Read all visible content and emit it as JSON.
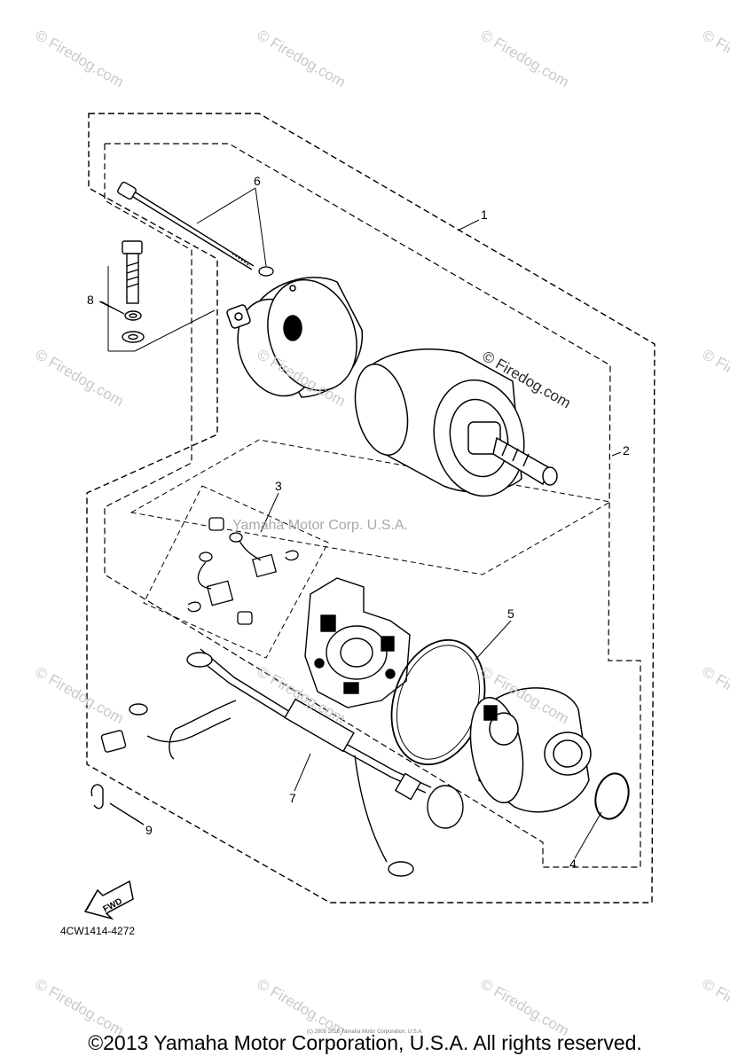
{
  "watermark": {
    "text": "© Firedog.com",
    "center_text": "© Firedog.com",
    "company_text": "Yamaha Motor Corp. U.S.A."
  },
  "callouts": {
    "c1": "1",
    "c2": "2",
    "c3": "3",
    "c4": "4",
    "c5": "5",
    "c6": "6",
    "c7": "7",
    "c8": "8",
    "c9": "9"
  },
  "fwd_label": "FWD",
  "part_number": "4CW1414-4272",
  "fine_print": "(c) 2008 2016 Yamaha Motor Corporation, U.S.A.",
  "copyright": "©2013 Yamaha Motor Corporation, U.S.A. All rights reserved."
}
